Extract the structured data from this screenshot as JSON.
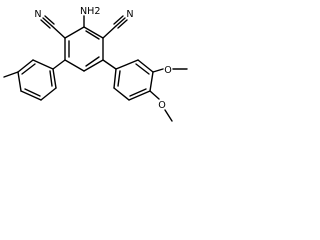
{
  "molecule": {
    "labels": {
      "amino": "NH2",
      "nitrile_left": "N",
      "nitrile_right": "N",
      "methoxy_upper": "O",
      "methoxy_lower": "O"
    }
  },
  "colors": {
    "bond": "#000000",
    "text": "#000000",
    "background": "#ffffff"
  }
}
